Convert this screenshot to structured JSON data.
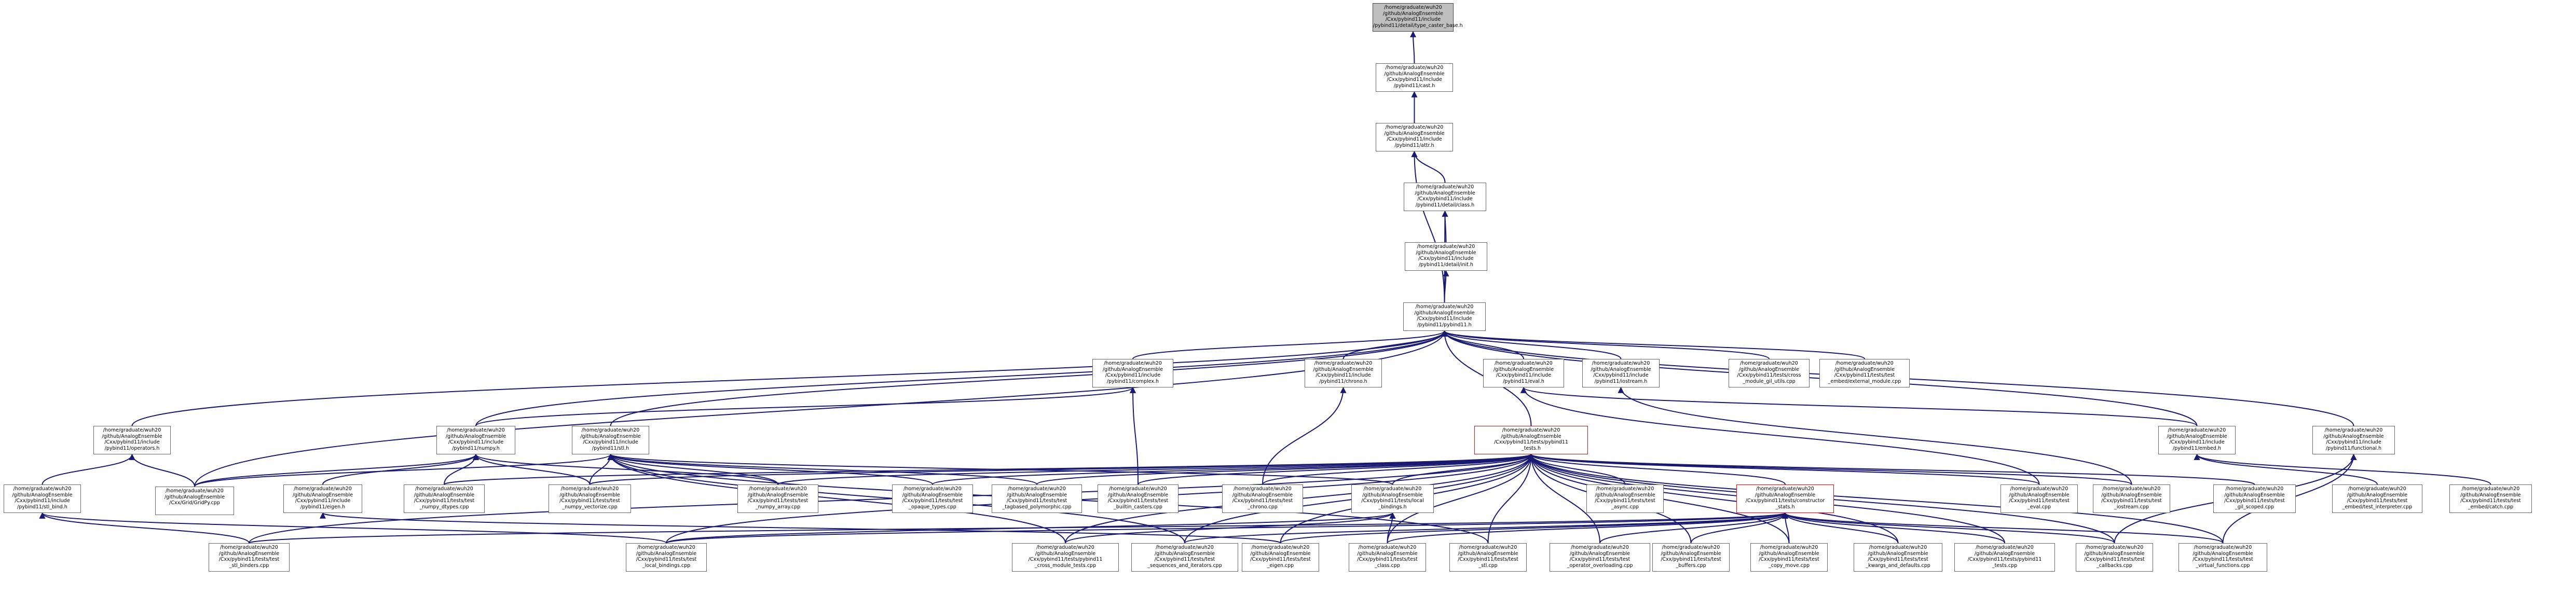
{
  "nodes": [
    {
      "id": "type_caster_base",
      "label": "/home/graduate/wuh20\n/github/AnalogEnsemble\n/Cxx/pybind11/include\n/pybind11/detail/type_caster_base.h",
      "root": true
    },
    {
      "id": "cast",
      "label": "/home/graduate/wuh20\n/github/AnalogEnsemble\n/Cxx/pybind11/include\n/pybind11/cast.h"
    },
    {
      "id": "attr",
      "label": "/home/graduate/wuh20\n/github/AnalogEnsemble\n/Cxx/pybind11/include\n/pybind11/attr.h"
    },
    {
      "id": "class",
      "label": "/home/graduate/wuh20\n/github/AnalogEnsemble\n/Cxx/pybind11/include\n/pybind11/detail/class.h"
    },
    {
      "id": "init",
      "label": "/home/graduate/wuh20\n/github/AnalogEnsemble\n/Cxx/pybind11/include\n/pybind11/detail/init.h"
    },
    {
      "id": "pybind11",
      "label": "/home/graduate/wuh20\n/github/AnalogEnsemble\n/Cxx/pybind11/include\n/pybind11/pybind11.h"
    },
    {
      "id": "complex",
      "label": "/home/graduate/wuh20\n/github/AnalogEnsemble\n/Cxx/pybind11/include\n/pybind11/complex.h"
    },
    {
      "id": "chrono",
      "label": "/home/graduate/wuh20\n/github/AnalogEnsemble\n/Cxx/pybind11/include\n/pybind11/chrono.h"
    },
    {
      "id": "eval",
      "label": "/home/graduate/wuh20\n/github/AnalogEnsemble\n/Cxx/pybind11/include\n/pybind11/eval.h"
    },
    {
      "id": "iostream",
      "label": "/home/graduate/wuh20\n/github/AnalogEnsemble\n/Cxx/pybind11/include\n/pybind11/iostream.h"
    },
    {
      "id": "cross_module_gil",
      "label": "/home/graduate/wuh20\n/github/AnalogEnsemble\n/Cxx/pybind11/tests/cross\n_module_gil_utils.cpp"
    },
    {
      "id": "external_module",
      "label": "/home/graduate/wuh20\n/github/AnalogEnsemble\n/Cxx/pybind11/tests/test\n_embed/external_module.cpp"
    },
    {
      "id": "operators",
      "label": "/home/graduate/wuh20\n/github/AnalogEnsemble\n/Cxx/pybind11/include\n/pybind11/operators.h"
    },
    {
      "id": "numpy",
      "label": "/home/graduate/wuh20\n/github/AnalogEnsemble\n/Cxx/pybind11/include\n/pybind11/numpy.h"
    },
    {
      "id": "stl",
      "label": "/home/graduate/wuh20\n/github/AnalogEnsemble\n/Cxx/pybind11/include\n/pybind11/stl.h"
    },
    {
      "id": "tests_h",
      "label": "/home/graduate/wuh20\n/github/AnalogEnsemble\n/Cxx/pybind11/tests/pybind11\n_tests.h",
      "hl": true
    },
    {
      "id": "embed",
      "label": "/home/graduate/wuh20\n/github/AnalogEnsemble\n/Cxx/pybind11/include\n/pybind11/embed.h"
    },
    {
      "id": "functional",
      "label": "/home/graduate/wuh20\n/github/AnalogEnsemble\n/Cxx/pybind11/include\n/pybind11/functional.h"
    },
    {
      "id": "stl_bind",
      "label": "/home/graduate/wuh20\n/github/AnalogEnsemble\n/Cxx/pybind11/include\n/pybind11/stl_bind.h"
    },
    {
      "id": "gridpy",
      "label": "/home/graduate/wuh20\n/github/AnalogEnsemble\n/Cxx/Grid/GridPy.cpp"
    },
    {
      "id": "eigen",
      "label": "/home/graduate/wuh20\n/github/AnalogEnsemble\n/Cxx/pybind11/include\n/pybind11/eigen.h"
    },
    {
      "id": "numpy_dtypes",
      "label": "/home/graduate/wuh20\n/github/AnalogEnsemble\n/Cxx/pybind11/tests/test\n_numpy_dtypes.cpp"
    },
    {
      "id": "numpy_vectorize",
      "label": "/home/graduate/wuh20\n/github/AnalogEnsemble\n/Cxx/pybind11/tests/test\n_numpy_vectorize.cpp"
    },
    {
      "id": "numpy_array",
      "label": "/home/graduate/wuh20\n/github/AnalogEnsemble\n/Cxx/pybind11/tests/test\n_numpy_array.cpp"
    },
    {
      "id": "opaque_types",
      "label": "/home/graduate/wuh20\n/github/AnalogEnsemble\n/Cxx/pybind11/tests/test\n_opaque_types.cpp"
    },
    {
      "id": "tagbased",
      "label": "/home/graduate/wuh20\n/github/AnalogEnsemble\n/Cxx/pybind11/tests/test\n_tagbased_polymorphic.cpp"
    },
    {
      "id": "builtin_casters",
      "label": "/home/graduate/wuh20\n/github/AnalogEnsemble\n/Cxx/pybind11/tests/test\n_builtin_casters.cpp"
    },
    {
      "id": "chrono_cpp",
      "label": "/home/graduate/wuh20\n/github/AnalogEnsemble\n/Cxx/pybind11/tests/test\n_chrono.cpp"
    },
    {
      "id": "local_bindings_h",
      "label": "/home/graduate/wuh20\n/github/AnalogEnsemble\n/Cxx/pybind11/tests/local\n_bindings.h"
    },
    {
      "id": "async",
      "label": "/home/graduate/wuh20\n/github/AnalogEnsemble\n/Cxx/pybind11/tests/test\n_async.cpp"
    },
    {
      "id": "constructor_stats",
      "label": "/home/graduate/wuh20\n/github/AnalogEnsemble\n/Cxx/pybind11/tests/constructor\n_stats.h",
      "hl": true
    },
    {
      "id": "eval_cpp",
      "label": "/home/graduate/wuh20\n/github/AnalogEnsemble\n/Cxx/pybind11/tests/test\n_eval.cpp"
    },
    {
      "id": "iostream_cpp",
      "label": "/home/graduate/wuh20\n/github/AnalogEnsemble\n/Cxx/pybind11/tests/test\n_iostream.cpp"
    },
    {
      "id": "gil_scoped",
      "label": "/home/graduate/wuh20\n/github/AnalogEnsemble\n/Cxx/pybind11/tests/test\n_gil_scoped.cpp"
    },
    {
      "id": "interpreter",
      "label": "/home/graduate/wuh20\n/github/AnalogEnsemble\n/Cxx/pybind11/tests/test\n_embed/test_interpreter.cpp"
    },
    {
      "id": "catch",
      "label": "/home/graduate/wuh20\n/github/AnalogEnsemble\n/Cxx/pybind11/tests/test\n_embed/catch.cpp"
    },
    {
      "id": "stl_binders",
      "label": "/home/graduate/wuh20\n/github/AnalogEnsemble\n/Cxx/pybind11/tests/test\n_stl_binders.cpp"
    },
    {
      "id": "local_bindings",
      "label": "/home/graduate/wuh20\n/github/AnalogEnsemble\n/Cxx/pybind11/tests/test\n_local_bindings.cpp"
    },
    {
      "id": "cross_module_tests",
      "label": "/home/graduate/wuh20\n/github/AnalogEnsemble\n/Cxx/pybind11/tests/pybind11\n_cross_module_tests.cpp"
    },
    {
      "id": "seq_iter",
      "label": "/home/graduate/wuh20\n/github/AnalogEnsemble\n/Cxx/pybind11/tests/test\n_sequences_and_iterators.cpp"
    },
    {
      "id": "eigen_cpp",
      "label": "/home/graduate/wuh20\n/github/AnalogEnsemble\n/Cxx/pybind11/tests/test\n_eigen.cpp"
    },
    {
      "id": "class_cpp",
      "label": "/home/graduate/wuh20\n/github/AnalogEnsemble\n/Cxx/pybind11/tests/test\n_class.cpp"
    },
    {
      "id": "stl_cpp",
      "label": "/home/graduate/wuh20\n/github/AnalogEnsemble\n/Cxx/pybind11/tests/test\n_stl.cpp"
    },
    {
      "id": "op_overloading",
      "label": "/home/graduate/wuh20\n/github/AnalogEnsemble\n/Cxx/pybind11/tests/test\n_operator_overloading.cpp"
    },
    {
      "id": "buffers",
      "label": "/home/graduate/wuh20\n/github/AnalogEnsemble\n/Cxx/pybind11/tests/test\n_buffers.cpp"
    },
    {
      "id": "copy_move",
      "label": "/home/graduate/wuh20\n/github/AnalogEnsemble\n/Cxx/pybind11/tests/test\n_copy_move.cpp"
    },
    {
      "id": "kwargs",
      "label": "/home/graduate/wuh20\n/github/AnalogEnsemble\n/Cxx/pybind11/tests/test\n_kwargs_and_defaults.cpp"
    },
    {
      "id": "pybind11_tests_cpp",
      "label": "/home/graduate/wuh20\n/github/AnalogEnsemble\n/Cxx/pybind11/tests/pybind11\n_tests.cpp"
    },
    {
      "id": "callbacks",
      "label": "/home/graduate/wuh20\n/github/AnalogEnsemble\n/Cxx/pybind11/tests/test\n_callbacks.cpp"
    },
    {
      "id": "virtual_functions",
      "label": "/home/graduate/wuh20\n/github/AnalogEnsemble\n/Cxx/pybind11/tests/test\n_virtual_functions.cpp"
    }
  ],
  "edges": [
    [
      "cast",
      "type_caster_base"
    ],
    [
      "attr",
      "cast"
    ],
    [
      "class",
      "attr"
    ],
    [
      "init",
      "class"
    ],
    [
      "pybind11",
      "init"
    ],
    [
      "pybind11",
      "class"
    ],
    [
      "pybind11",
      "attr"
    ],
    [
      "complex",
      "pybind11"
    ],
    [
      "chrono",
      "pybind11"
    ],
    [
      "eval",
      "pybind11"
    ],
    [
      "iostream",
      "pybind11"
    ],
    [
      "cross_module_gil",
      "pybind11"
    ],
    [
      "external_module",
      "pybind11"
    ],
    [
      "operators",
      "pybind11"
    ],
    [
      "numpy",
      "pybind11"
    ],
    [
      "stl",
      "pybind11"
    ],
    [
      "tests_h",
      "pybind11"
    ],
    [
      "embed",
      "pybind11"
    ],
    [
      "functional",
      "pybind11"
    ],
    [
      "gridpy",
      "pybind11"
    ],
    [
      "numpy",
      "complex"
    ],
    [
      "builtin_casters",
      "complex"
    ],
    [
      "chrono_cpp",
      "chrono"
    ],
    [
      "embed",
      "eval"
    ],
    [
      "eval_cpp",
      "eval"
    ],
    [
      "iostream_cpp",
      "iostream"
    ],
    [
      "stl_bind",
      "operators"
    ],
    [
      "gridpy",
      "operators"
    ],
    [
      "stl_binders",
      "stl_bind"
    ],
    [
      "local_bindings",
      "stl_bind"
    ],
    [
      "gridpy",
      "numpy"
    ],
    [
      "eigen",
      "numpy"
    ],
    [
      "numpy_dtypes",
      "numpy"
    ],
    [
      "numpy_vectorize",
      "numpy"
    ],
    [
      "numpy_array",
      "numpy"
    ],
    [
      "gridpy",
      "stl"
    ],
    [
      "numpy_vectorize",
      "stl"
    ],
    [
      "numpy_array",
      "stl"
    ],
    [
      "opaque_types",
      "stl"
    ],
    [
      "tagbased",
      "stl"
    ],
    [
      "local_bindings_h",
      "stl"
    ],
    [
      "cross_module_tests",
      "stl"
    ],
    [
      "seq_iter",
      "stl"
    ],
    [
      "stl_cpp",
      "stl"
    ],
    [
      "numpy_dtypes",
      "tests_h"
    ],
    [
      "numpy_vectorize",
      "tests_h"
    ],
    [
      "numpy_array",
      "tests_h"
    ],
    [
      "opaque_types",
      "tests_h"
    ],
    [
      "tagbased",
      "tests_h"
    ],
    [
      "builtin_casters",
      "tests_h"
    ],
    [
      "chrono_cpp",
      "tests_h"
    ],
    [
      "local_bindings_h",
      "tests_h"
    ],
    [
      "async",
      "tests_h"
    ],
    [
      "constructor_stats",
      "tests_h"
    ],
    [
      "eval_cpp",
      "tests_h"
    ],
    [
      "iostream_cpp",
      "tests_h"
    ],
    [
      "gil_scoped",
      "tests_h"
    ],
    [
      "stl_binders",
      "tests_h"
    ],
    [
      "local_bindings",
      "tests_h"
    ],
    [
      "cross_module_tests",
      "tests_h"
    ],
    [
      "seq_iter",
      "tests_h"
    ],
    [
      "eigen_cpp",
      "tests_h"
    ],
    [
      "class_cpp",
      "tests_h"
    ],
    [
      "stl_cpp",
      "tests_h"
    ],
    [
      "op_overloading",
      "tests_h"
    ],
    [
      "buffers",
      "tests_h"
    ],
    [
      "copy_move",
      "tests_h"
    ],
    [
      "kwargs",
      "tests_h"
    ],
    [
      "pybind11_tests_cpp",
      "tests_h"
    ],
    [
      "callbacks",
      "tests_h"
    ],
    [
      "virtual_functions",
      "tests_h"
    ],
    [
      "interpreter",
      "embed"
    ],
    [
      "catch",
      "embed"
    ],
    [
      "callbacks",
      "functional"
    ],
    [
      "virtual_functions",
      "functional"
    ],
    [
      "eigen_cpp",
      "eigen"
    ],
    [
      "local_bindings",
      "local_bindings_h"
    ],
    [
      "cross_module_tests",
      "local_bindings_h"
    ],
    [
      "class_cpp",
      "local_bindings_h"
    ],
    [
      "stl_binders",
      "constructor_stats"
    ],
    [
      "local_bindings",
      "constructor_stats"
    ],
    [
      "seq_iter",
      "constructor_stats"
    ],
    [
      "eigen_cpp",
      "constructor_stats"
    ],
    [
      "class_cpp",
      "constructor_stats"
    ],
    [
      "op_overloading",
      "constructor_stats"
    ],
    [
      "buffers",
      "constructor_stats"
    ],
    [
      "copy_move",
      "constructor_stats"
    ],
    [
      "kwargs",
      "constructor_stats"
    ],
    [
      "pybind11_tests_cpp",
      "constructor_stats"
    ],
    [
      "callbacks",
      "constructor_stats"
    ],
    [
      "virtual_functions",
      "constructor_stats"
    ]
  ],
  "colors": {
    "edge": "#191970",
    "highlight_border": "#ff0000",
    "root_fill": "#bfbfbf",
    "node_border": "#666666"
  }
}
